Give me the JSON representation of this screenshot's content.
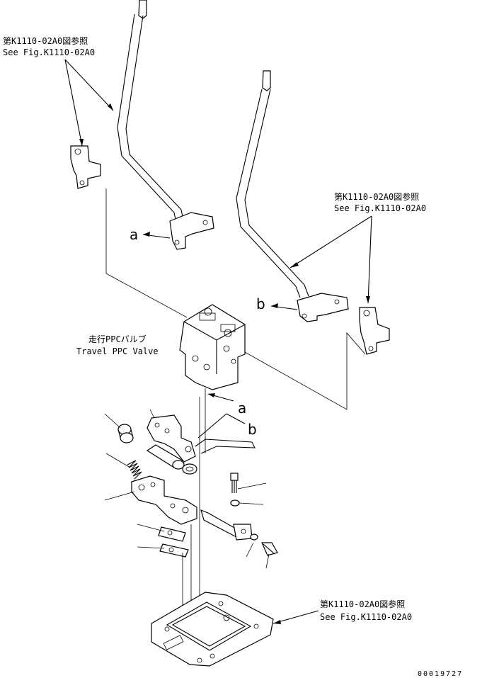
{
  "callouts": {
    "ref_top_left": {
      "jp": "第K1110-02A0図参照",
      "en": "See Fig.K1110-02A0"
    },
    "ref_right": {
      "jp": "第K1110-02A0図参照",
      "en": "See Fig.K1110-02A0"
    },
    "ref_bottom": {
      "jp": "第K1110-02A0図参照",
      "en": "See Fig.K1110-02A0"
    },
    "valve": {
      "jp": "走行PPCバルブ",
      "en": "Travel PPC Valve"
    }
  },
  "markers": {
    "a_left": "a",
    "b_right": "b",
    "a_link": "a",
    "b_link": "b"
  },
  "drawing_number": "00019727"
}
